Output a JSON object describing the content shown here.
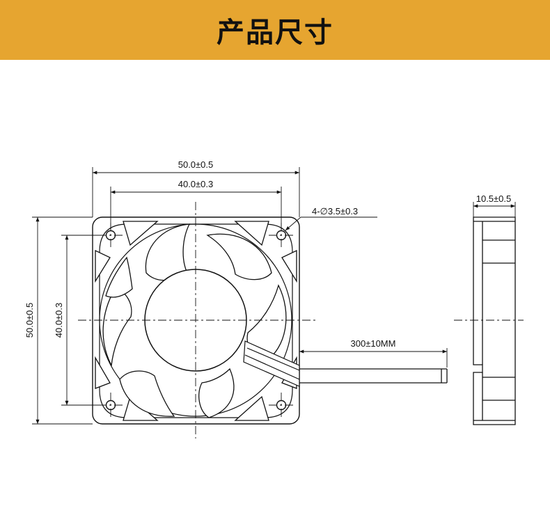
{
  "header": {
    "title": "产品尺寸",
    "background": "#E6A530"
  },
  "dimensions": {
    "overall_width": "50.0±0.5",
    "hole_spacing_width": "40.0±0.3",
    "overall_height": "50.0±0.5",
    "hole_spacing_height": "40.0±0.3",
    "mounting_holes": "4-∅3.5±0.3",
    "cable_length": "300±10MM",
    "thickness": "10.5±0.5"
  }
}
